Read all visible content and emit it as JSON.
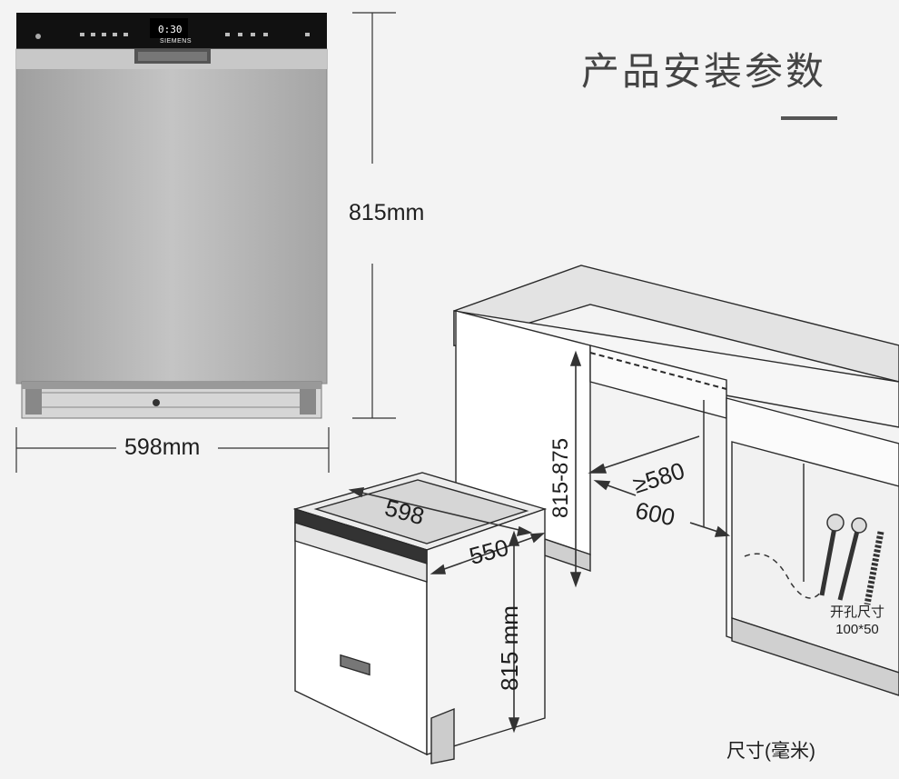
{
  "title": "产品安装参数",
  "dimensions": {
    "height": "815mm",
    "width": "598mm",
    "top_width": "598",
    "depth": "550",
    "body_height": "815 mm",
    "niche_height": "815-875",
    "niche_depth": "≥580",
    "niche_width": "600"
  },
  "hole": {
    "label": "开孔尺寸",
    "size": "100*50"
  },
  "unit_note": "尺寸(毫米)",
  "appliance": {
    "brand": "SIEMENS",
    "display": "0:30"
  },
  "colors": {
    "panel": "#111111",
    "steel": "#b9b9b9",
    "line": "#2a2a2a",
    "background": "#f3f3f3"
  }
}
